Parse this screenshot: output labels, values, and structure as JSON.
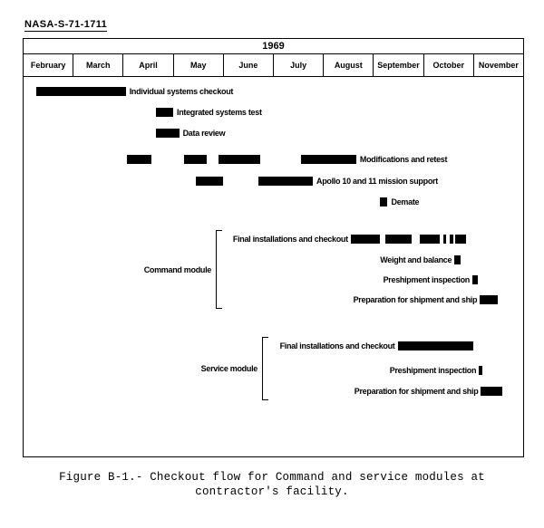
{
  "doc_id": "NASA-S-71-1711",
  "caption": {
    "line1": "Figure B-1.- Checkout flow for Command and service modules at",
    "line2": "contractor's facility."
  },
  "chart_data": {
    "type": "gantt",
    "title": "Checkout flow for Command and service modules at contractor's facility",
    "year": "1969",
    "months": [
      "February",
      "March",
      "April",
      "May",
      "June",
      "July",
      "August",
      "September",
      "October",
      "November"
    ],
    "axis_note": "bars_months are fractional month offsets: 0 = start of February 1969, 10 = end of November 1969",
    "bar_color": "#000000",
    "tasks": [
      {
        "label": "Individual systems checkout",
        "group": null,
        "label_side": "right",
        "bars_months": [
          [
            0.25,
            2.05
          ]
        ]
      },
      {
        "label": "Integrated systems test",
        "group": null,
        "label_side": "right",
        "bars_months": [
          [
            2.65,
            3.0
          ]
        ]
      },
      {
        "label": "Data review",
        "group": null,
        "label_side": "right",
        "bars_months": [
          [
            2.65,
            3.12
          ]
        ]
      },
      {
        "label": "Modifications and retest",
        "group": null,
        "label_side": "right",
        "bars_months": [
          [
            2.08,
            2.57
          ],
          [
            3.22,
            3.67
          ],
          [
            3.9,
            4.75
          ],
          [
            5.57,
            6.67
          ]
        ]
      },
      {
        "label": "Apollo 10 and 11 mission support",
        "group": null,
        "label_side": "right",
        "bars_months": [
          [
            3.45,
            4.0
          ],
          [
            4.7,
            5.8
          ]
        ]
      },
      {
        "label": "Demate",
        "group": null,
        "label_side": "right",
        "bars_months": [
          [
            7.15,
            7.3
          ]
        ]
      },
      {
        "label": "Final installations and checkout",
        "group": "Command module",
        "label_side": "left",
        "bars_months": [
          [
            6.56,
            7.14
          ],
          [
            7.25,
            7.78
          ],
          [
            7.94,
            8.34
          ],
          [
            8.41,
            8.48
          ],
          [
            8.54,
            8.61
          ],
          [
            8.66,
            8.88
          ]
        ]
      },
      {
        "label": "Weight and balance",
        "group": "Command module",
        "label_side": "left",
        "bars_months": [
          [
            8.64,
            8.76
          ]
        ]
      },
      {
        "label": "Preshipment inspection",
        "group": "Command module",
        "label_side": "left",
        "bars_months": [
          [
            9.0,
            9.11
          ]
        ]
      },
      {
        "label": "Preparation for shipment and ship",
        "group": "Command module",
        "label_side": "left",
        "bars_months": [
          [
            9.15,
            9.51
          ]
        ]
      },
      {
        "label": "Final installations and checkout",
        "group": "Service module",
        "label_side": "left",
        "bars_months": [
          [
            7.5,
            9.02
          ]
        ]
      },
      {
        "label": "Preshipment inspection",
        "group": "Service module",
        "label_side": "left",
        "bars_months": [
          [
            9.13,
            9.2
          ]
        ]
      },
      {
        "label": "Preparation for shipment and ship",
        "group": "Service module",
        "label_side": "left",
        "bars_months": [
          [
            9.17,
            9.6
          ]
        ]
      }
    ],
    "groups": [
      {
        "label": "Command module",
        "task_indexes": [
          6,
          7,
          8,
          9
        ]
      },
      {
        "label": "Service module",
        "task_indexes": [
          10,
          11,
          12
        ]
      }
    ]
  }
}
